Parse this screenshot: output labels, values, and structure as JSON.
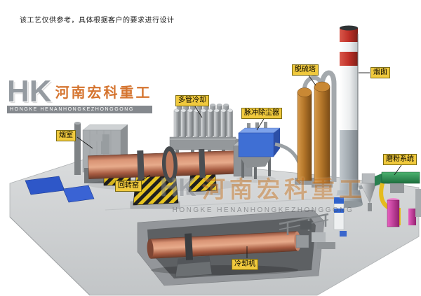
{
  "disclaimer": "该工艺仅供参考，具体根据客户的要求进行设计",
  "logo": {
    "monogram": "HK",
    "company_cn": "河南宏科重工",
    "company_en": "HONGKE HENANHONGKEZHONGGONG"
  },
  "watermark": {
    "monogram": "HK",
    "company_cn": "河南宏科重工",
    "company_en": "HONGKE HENANHONGKEZHONGGONG"
  },
  "equipment_labels": {
    "smoke_chamber": "烟室",
    "rotary_kiln": "回转窑",
    "multi_tube_cooler": "多管冷却",
    "pulse_dust_collector": "脉冲除尘器",
    "desulfurization_tower": "脱硫塔",
    "chimney": "烟囱",
    "grinding_system": "磨粉系统",
    "cooling_machine": "冷却机"
  },
  "colors": {
    "kiln_body": "#c97a58",
    "dust_collector_blue": "#3f6fd4",
    "tower_orange": "#b87428",
    "chimney_red": "#c23428",
    "label_bg": "#f0c93d",
    "watermark_orange": "#c67422"
  }
}
